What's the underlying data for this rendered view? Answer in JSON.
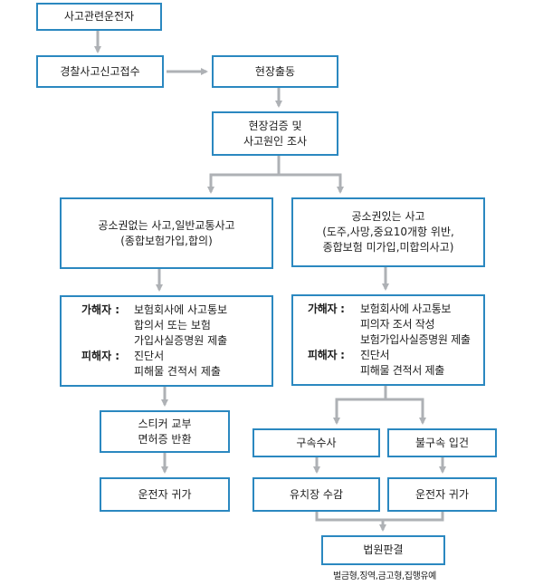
{
  "colors": {
    "border": "#2b88c0",
    "arrow": "#aeb1b5",
    "text": "#1e1e1e"
  },
  "nodes": {
    "related_drivers": "사고관련운전자",
    "police_report": "경찰사고신고접수",
    "on_site": "현장출동",
    "inspection": [
      "현장검증 및",
      "사고원인 조사"
    ],
    "no_public_right": [
      "공소권없는 사고,일반교통사고",
      "(종합보험가입,합의)"
    ],
    "public_right": [
      "공소권있는 사고",
      "(도주,사망,중요10개항 위반,",
      "종합보험 미가입,미합의사고)"
    ],
    "left_procedure": {
      "offender_label": "가해자 :",
      "offender_lines": [
        "보험회사에 사고통보",
        "합의서 또는 보험",
        "가입사실증명원 제출"
      ],
      "victim_label": "피해자 :",
      "victim_lines": [
        "진단서",
        "피해물 견적서 제출"
      ]
    },
    "right_procedure": {
      "offender_label": "가해자 :",
      "offender_lines": [
        "보험회사에 사고통보",
        "피의자 조서 작성",
        "보험가입사실증명원 제출"
      ],
      "victim_label": "피해자 :",
      "victim_lines": [
        "진단서",
        "피해물 견적서 제출"
      ]
    },
    "sticker": [
      "스티커 교부",
      "면허증 반환"
    ],
    "left_return": "운전자 귀가",
    "detention": "구속수사",
    "non_detention": "불구속 입건",
    "custody": "유치장 수감",
    "right_return": "운전자 귀가",
    "court": "법원판결",
    "court_note": "벌금형,징역,금고형,집행유예"
  }
}
